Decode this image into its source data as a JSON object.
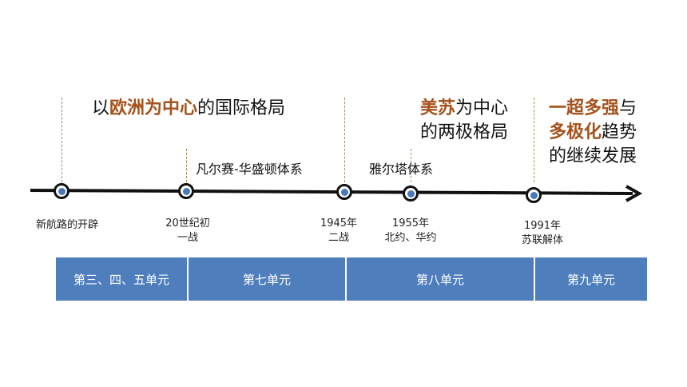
{
  "era_labels": {
    "europe": {
      "pre": "以",
      "highlight": "欧洲为中心",
      "post": "的国际格局"
    },
    "bipolar": {
      "line1_highlight": "美苏",
      "line1_post": "为中心",
      "line2": "的两极格局"
    },
    "multipolar": {
      "line1_highlight": "一超多强",
      "line1_post": "与",
      "line2_highlight": "多极化",
      "line2_post": "趋势",
      "line3": "的继续发展"
    }
  },
  "systems": {
    "versailles": "凡尔赛-华盛顿体系",
    "yalta": "雅尔塔体系"
  },
  "events": [
    {
      "line1": "新航路的开辟",
      "line2": ""
    },
    {
      "line1": "20世纪初",
      "line2": "一战"
    },
    {
      "line1": "1945年",
      "line2": "二战"
    },
    {
      "line1": "1955年",
      "line2": "北约、华约"
    },
    {
      "line1": "1991年",
      "line2": "苏联解体"
    }
  ],
  "units": [
    "第三、四、五单元",
    "第七单元",
    "第八单元",
    "第九单元"
  ],
  "colors": {
    "highlight": "#a5511b",
    "unit_bg": "#4f7ebd",
    "node_fill": "#4a78b8",
    "dashed": "#a88a5c"
  }
}
